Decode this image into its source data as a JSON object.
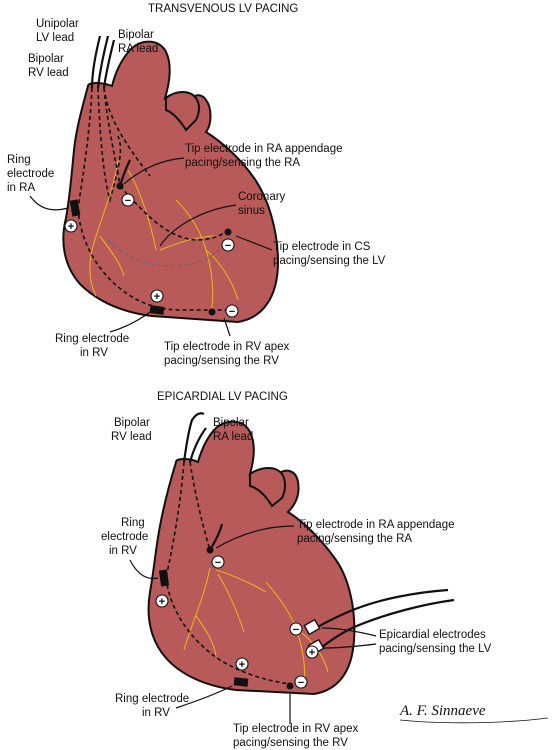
{
  "top": {
    "title": "TRANSVENOUS LV PACING",
    "labels": {
      "unipolar_lv_1": "Unipolar",
      "unipolar_lv_2": "LV lead",
      "bipolar_ra_1": "Bipolar",
      "bipolar_ra_2": "RA lead",
      "bipolar_rv_1": "Bipolar",
      "bipolar_rv_2": "RV lead",
      "ring_ra_1": "Ring",
      "ring_ra_2": "electrode",
      "ring_ra_3": "in RA",
      "tip_ra_1": "Tip electrode in RA appendage",
      "tip_ra_2": "pacing/sensing the RA",
      "coronary_1": "Coronary",
      "coronary_2": "sinus",
      "tip_cs_1": "Tip electrode in CS",
      "tip_cs_2": "pacing/sensing the LV",
      "ring_rv_1": "Ring electrode",
      "ring_rv_2": "in RV",
      "tip_rv_1": "Tip electrode in RV apex",
      "tip_rv_2": "pacing/sensing the RV"
    }
  },
  "bottom": {
    "title": "EPICARDIAL LV PACING",
    "labels": {
      "bipolar_rv_1": "Bipolar",
      "bipolar_rv_2": "RV lead",
      "bipolar_ra_1": "Bipolar",
      "bipolar_ra_2": "RA lead",
      "ring_rv_1": "Ring",
      "ring_rv_2": "electrode",
      "ring_rv_3": "in RV",
      "tip_ra_1": "Tip electrode in RA appendage",
      "tip_ra_2": "pacing/sensing the RA",
      "epi_1": "Epicardial electrodes",
      "epi_2": "pacing/sensing the LV",
      "ring_rv_b_1": "Ring electrode",
      "ring_rv_b_2": "in RV",
      "tip_rv_1": "Tip electrode in RV apex",
      "tip_rv_2": "pacing/sensing the RV"
    }
  },
  "symbols": {
    "plus": "+",
    "minus": "−"
  },
  "signature": "A. F. Sinnaeve",
  "colors": {
    "heart": "#b8595a",
    "vessel": "#e8b21c",
    "ink": "#111111"
  }
}
